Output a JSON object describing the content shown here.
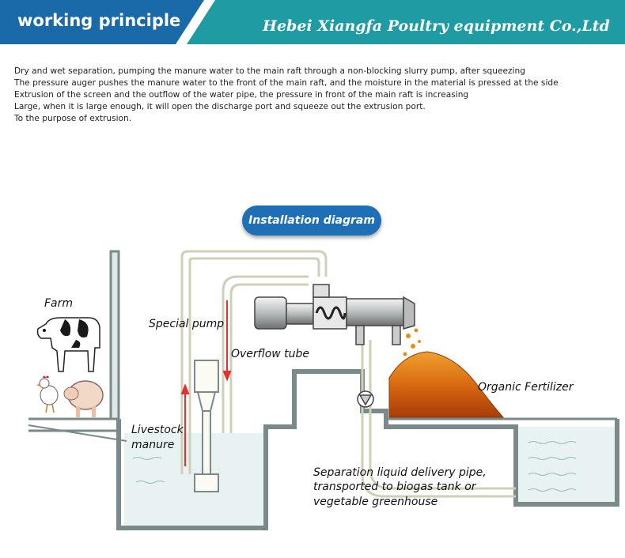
{
  "header": {
    "left_title": "working principle",
    "right_title": "Hebei Xiangfa Poultry equipment Co.,Ltd",
    "left_color": "#1a6aaa",
    "right_color": "#1f9ba3"
  },
  "description": [
    "Dry and wet separation, pumping the manure water to the main raft through a non-blocking slurry pump, after squeezing",
    "The pressure auger pushes the manure water to the front of the main raft, and the moisture in the material is pressed at the side",
    "Extrusion of the screen and the outflow of the water pipe, the pressure in front of the main raft is increasing",
    "Large, when it is large enough, it will open the discharge port and squeeze out the extrusion port.",
    "To the purpose of extrusion."
  ],
  "diagram": {
    "title": "Installation diagram",
    "title_color": "#1e6fb5",
    "labels": {
      "farm": "Farm",
      "special_pump": "Special pump",
      "overflow_tube": "Overflow tube",
      "organic_fertilizer": "Organic Fertilizer",
      "livestock_manure_line1": "Livestock",
      "livestock_manure_line2": "manure",
      "separation_line1": "Separation liquid delivery pipe,",
      "separation_line2": "transported to biogas tank or",
      "separation_line3": "vegetable greenhouse"
    },
    "icons": [
      "cow-icon",
      "pig-icon",
      "chicken-icon",
      "pump-icon",
      "separator-machine-icon",
      "fertilizer-pile-icon"
    ],
    "colors": {
      "tank_outline": "#7a8a8a",
      "water": "#e8f2f2",
      "fertilizer": "#d86a10",
      "flow_arrow": "#e33030"
    }
  }
}
